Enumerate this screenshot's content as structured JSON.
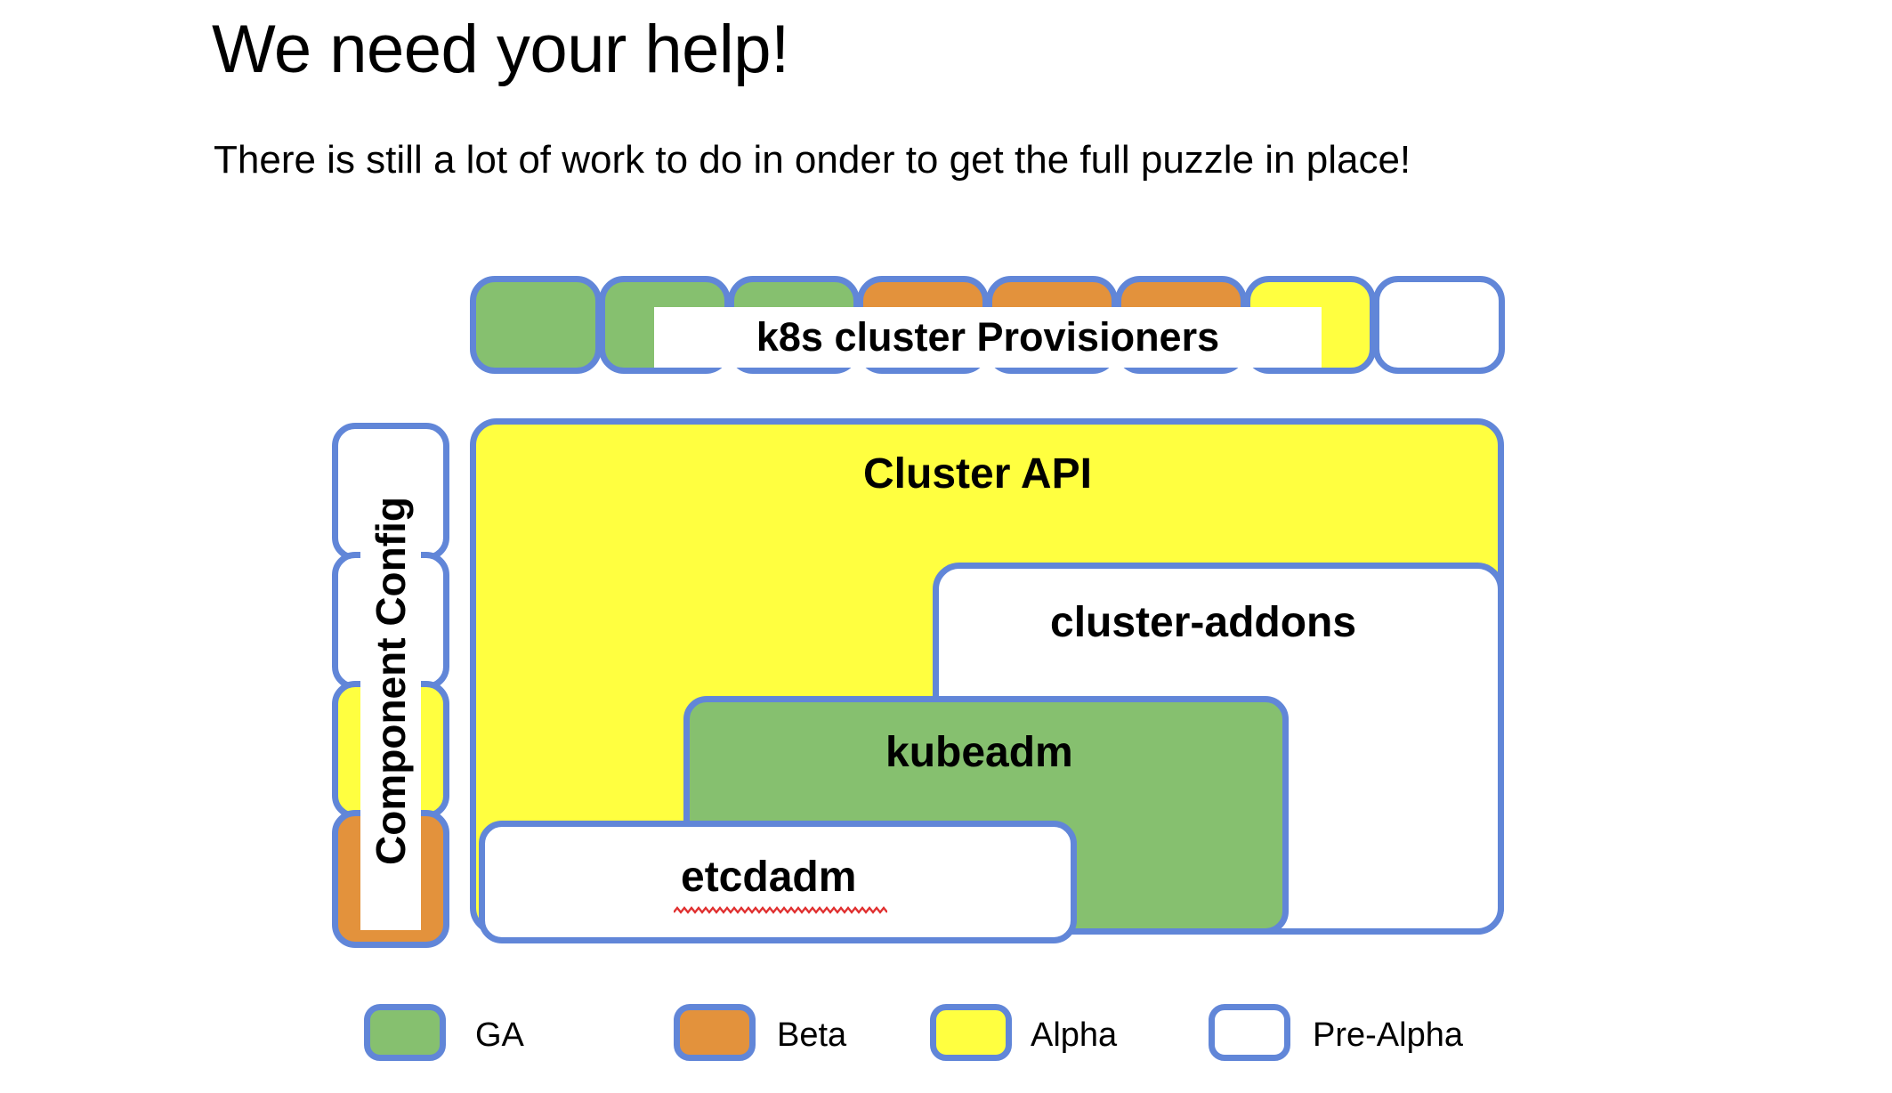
{
  "slide": {
    "title": "We need your help!",
    "subtitle": "There is still a lot of work to do in onder to get the full puzzle in place!"
  },
  "colors": {
    "border": "#6186D8",
    "ga_green": "#86C06F",
    "beta_orange": "#E3923C",
    "alpha_yellow": "#FFFF40",
    "prealpha_white": "#FFFFFF",
    "spellcheck_red": "#E03030"
  },
  "provisioners": {
    "label": "k8s cluster Provisioners",
    "boxes": [
      {
        "status": "GA",
        "color": "green"
      },
      {
        "status": "GA",
        "color": "green"
      },
      {
        "status": "GA",
        "color": "green"
      },
      {
        "status": "Beta",
        "color": "orange"
      },
      {
        "status": "Beta",
        "color": "orange"
      },
      {
        "status": "Beta",
        "color": "orange"
      },
      {
        "status": "Alpha",
        "color": "yellow"
      },
      {
        "status": "Pre-Alpha",
        "color": "white"
      }
    ]
  },
  "component_config": {
    "label": "Component Config",
    "boxes": [
      {
        "status": "Pre-Alpha",
        "color": "white"
      },
      {
        "status": "Pre-Alpha",
        "color": "white"
      },
      {
        "status": "Alpha",
        "color": "yellow"
      },
      {
        "status": "Beta",
        "color": "orange"
      }
    ]
  },
  "components": {
    "cluster_api": {
      "label": "Cluster API",
      "status": "Alpha",
      "color": "yellow"
    },
    "cluster_addons": {
      "label": "cluster-addons",
      "status": "Pre-Alpha",
      "color": "white"
    },
    "kubeadm": {
      "label": "kubeadm",
      "status": "GA",
      "color": "green"
    },
    "etcdadm": {
      "label": "etcdadm",
      "status": "Pre-Alpha",
      "color": "white",
      "misspelled": true
    }
  },
  "legend": {
    "items": [
      {
        "label": "GA",
        "color": "green"
      },
      {
        "label": "Beta",
        "color": "orange"
      },
      {
        "label": "Alpha",
        "color": "yellow"
      },
      {
        "label": "Pre-Alpha",
        "color": "white"
      }
    ]
  }
}
